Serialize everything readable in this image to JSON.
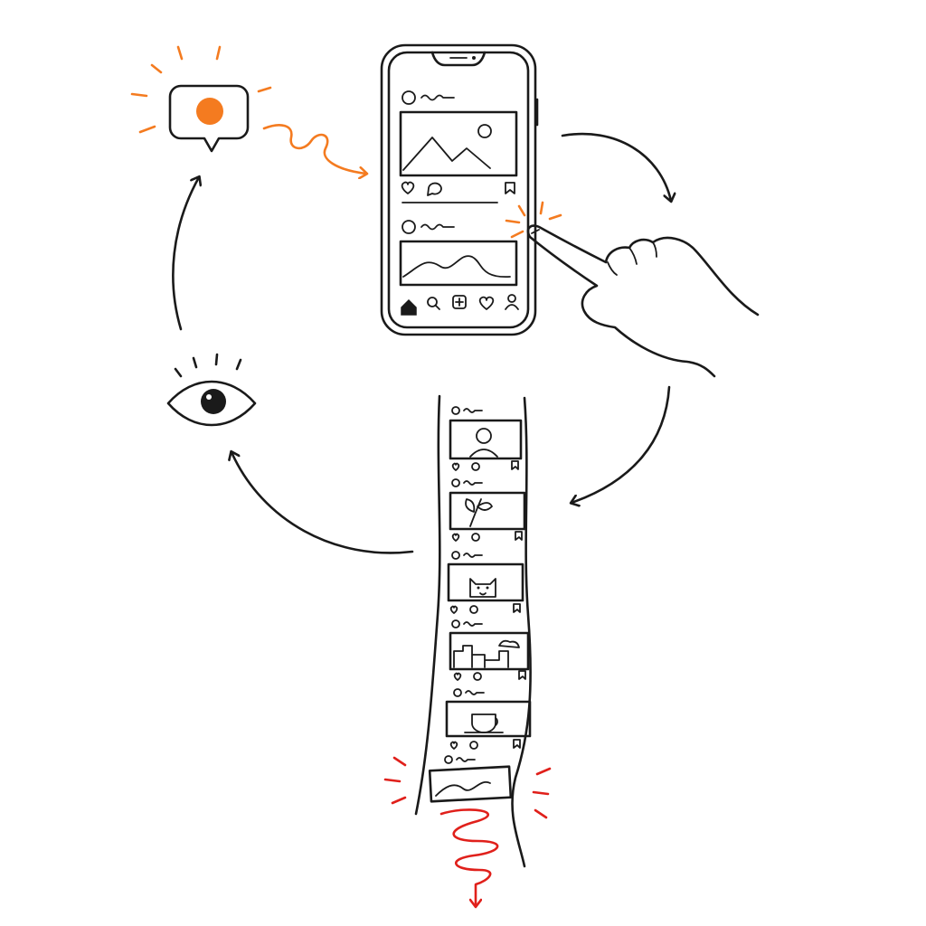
{
  "colors": {
    "ink": "#1a1a1a",
    "notification_orange": "#f47b20",
    "doom_red": "#e0201b",
    "background": "#ffffff"
  },
  "diagram": {
    "nodes": [
      {
        "id": "notification",
        "icon": "notification-bubble-icon"
      },
      {
        "id": "phone-feed",
        "icon": "smartphone-icon"
      },
      {
        "id": "tap",
        "icon": "pointing-hand-icon"
      },
      {
        "id": "infinite-feed",
        "icon": "scroll-strip-icon"
      },
      {
        "id": "watch",
        "icon": "eye-icon"
      }
    ],
    "edges": [
      {
        "from": "notification",
        "to": "phone-feed"
      },
      {
        "from": "phone-feed",
        "to": "tap"
      },
      {
        "from": "tap",
        "to": "infinite-feed"
      },
      {
        "from": "infinite-feed",
        "to": "watch"
      },
      {
        "from": "watch",
        "to": "notification"
      },
      {
        "from": "infinite-feed",
        "to": "downward-spiral"
      }
    ],
    "feed_strip_thumbnails": [
      "person-icon",
      "plant-icon",
      "cat-icon",
      "city-skyline-icon",
      "coffee-cup-icon",
      "wave-landscape-icon"
    ],
    "phone_nav_icons": [
      "home-icon",
      "search-icon",
      "add-post-icon",
      "heart-icon",
      "profile-icon"
    ]
  }
}
